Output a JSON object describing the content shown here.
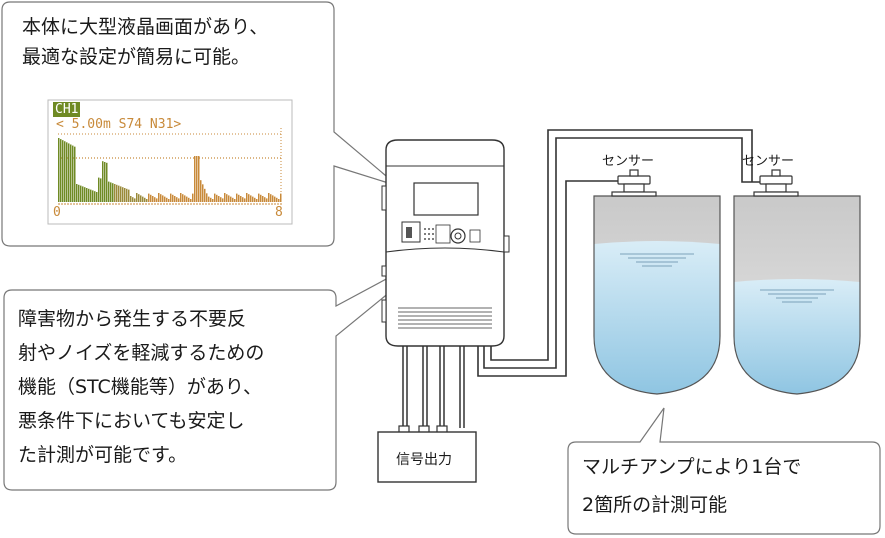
{
  "callout_top": {
    "line1": "本体に大型液晶画面があり、",
    "line2": "最適な設定が簡易に可能。"
  },
  "lcd": {
    "channel": "CH1",
    "header": "< 5.00m  S74  N31>",
    "axis_start": "0",
    "axis_end": "8",
    "bar_color": "#6f8a24",
    "echo_color": "#c88a3a"
  },
  "callout_left": {
    "line1": "障害物から発生する不要反",
    "line2": "射やノイズを軽減するための",
    "line3": "機能（STC機能等）があり、",
    "line4": "悪条件下においても安定し",
    "line5": "た計測が可能です。"
  },
  "sensor_labels": [
    "センサー",
    "センサー"
  ],
  "output_box": {
    "label": "信号出力"
  },
  "callout_bottom": {
    "line1": "マルチアンプにより1台で",
    "line2": "2箇所の計測可能"
  },
  "colors": {
    "liquid": "#a9d4ea",
    "tank_gray": "#d6d6d6",
    "stroke": "#333333"
  }
}
